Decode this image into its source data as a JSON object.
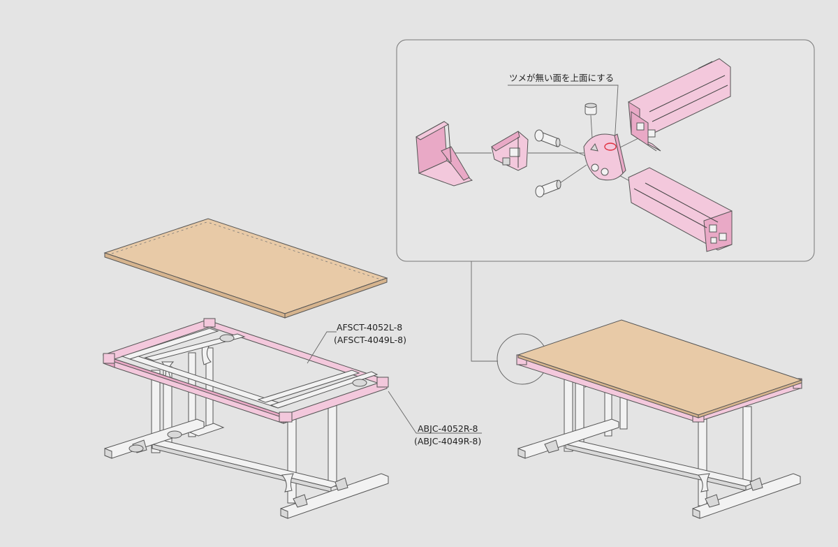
{
  "colors": {
    "background": "#e4e4e4",
    "accent_pink": "#f3c8dc",
    "wood": "#e8caa7",
    "line": "#444444",
    "highlight_red": "#e03040"
  },
  "detail_note": "ツメが無い面を上面にする",
  "labels": {
    "frame_part": "AFSCT-4052L-8",
    "frame_part_alt": "(AFSCT-4049L-8)",
    "joint_part": "ABJC-4052R-8",
    "joint_part_alt": "(ABJC-4049R-8)"
  }
}
